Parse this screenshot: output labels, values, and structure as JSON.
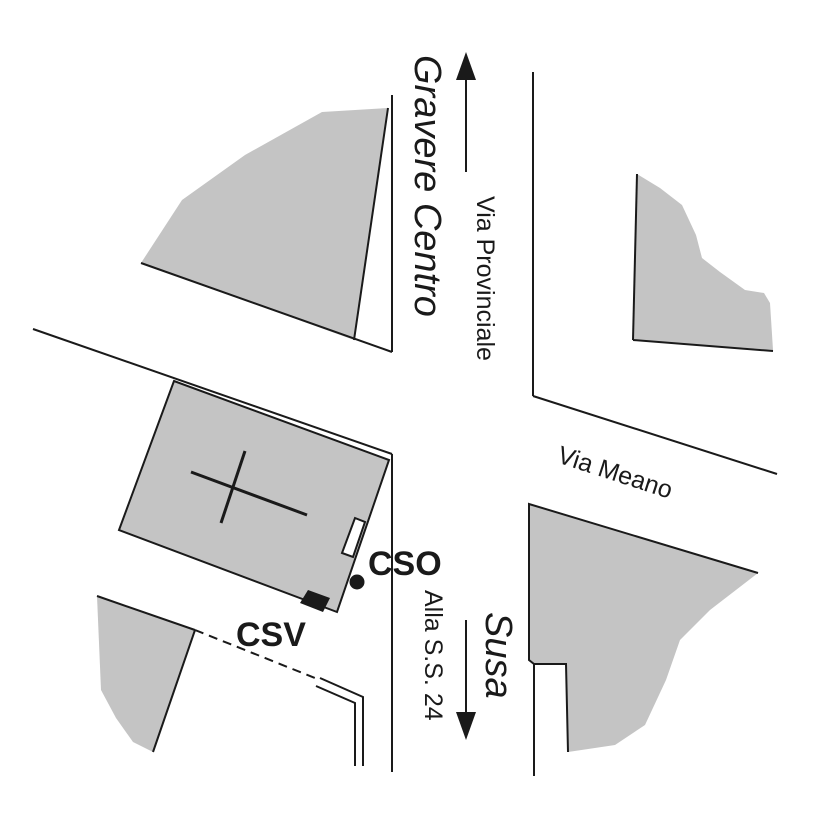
{
  "map": {
    "colors": {
      "block_fill": "#c4c4c4",
      "road_line": "#1a1a1a",
      "background": "#ffffff"
    },
    "labels": {
      "north_destination": "Gravere Centro",
      "north_road": "Via Provinciale",
      "east_road": "Via Meano",
      "south_destination": "Susa",
      "south_road": "Alla S.S. 24",
      "station_cso": "CSO",
      "station_csv": "CSV"
    },
    "symbols": {
      "church": "church-cross-icon",
      "arrow_north": "arrow-up-icon",
      "arrow_south": "arrow-down-icon"
    }
  }
}
